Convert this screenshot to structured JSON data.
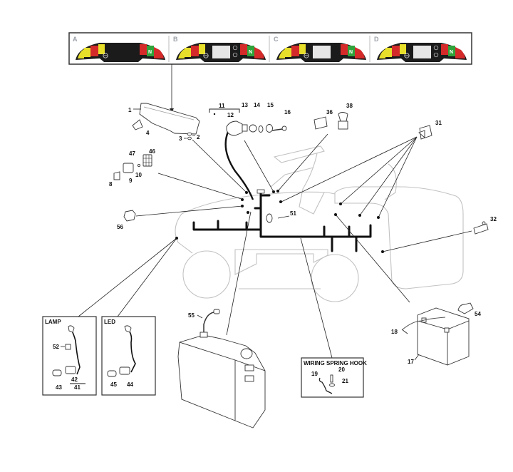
{
  "diagram": {
    "title": "Electrical system – wiring harness exploded view",
    "dashboard_variants": {
      "panels": [
        {
          "letter": "A",
          "has_display": false,
          "has_side_buttons": false
        },
        {
          "letter": "B",
          "has_display": true,
          "has_side_buttons": true
        },
        {
          "letter": "C",
          "has_display": true,
          "has_side_buttons": false
        },
        {
          "letter": "D",
          "has_display": true,
          "has_side_buttons": true
        }
      ],
      "indicator_labels": {
        "neutral": "N"
      },
      "colors": {
        "yellow": "#e8df2a",
        "red": "#d42a2a",
        "green": "#2fa33a",
        "body": "#1b1b1b",
        "display": "#e6e6e6",
        "frame": "#333333",
        "letter": "#9aa0a8"
      }
    },
    "part_labels": {
      "p1": "1",
      "p2": "2",
      "p3": "3",
      "p4": "4",
      "p8": "8",
      "p9": "9",
      "p10": "10",
      "p11": "11",
      "p12": "12",
      "p13": "13",
      "p14": "14",
      "p15": "15",
      "p16": "16",
      "p17": "17",
      "p18": "18",
      "p19": "19",
      "p20": "20",
      "p21": "21",
      "p31": "31",
      "p32": "32",
      "p36": "36",
      "p38": "38",
      "p41": "41",
      "p42": "42",
      "p43": "43",
      "p44": "44",
      "p45": "45",
      "p46": "46",
      "p47": "47",
      "p51": "51",
      "p52": "52",
      "p54": "54",
      "p55": "55",
      "p56": "56"
    },
    "inset_boxes": {
      "lamp": {
        "title": "LAMP"
      },
      "led": {
        "title": "LED"
      },
      "spring_hook": {
        "title": "WIRING SPRING HOOK"
      }
    }
  }
}
